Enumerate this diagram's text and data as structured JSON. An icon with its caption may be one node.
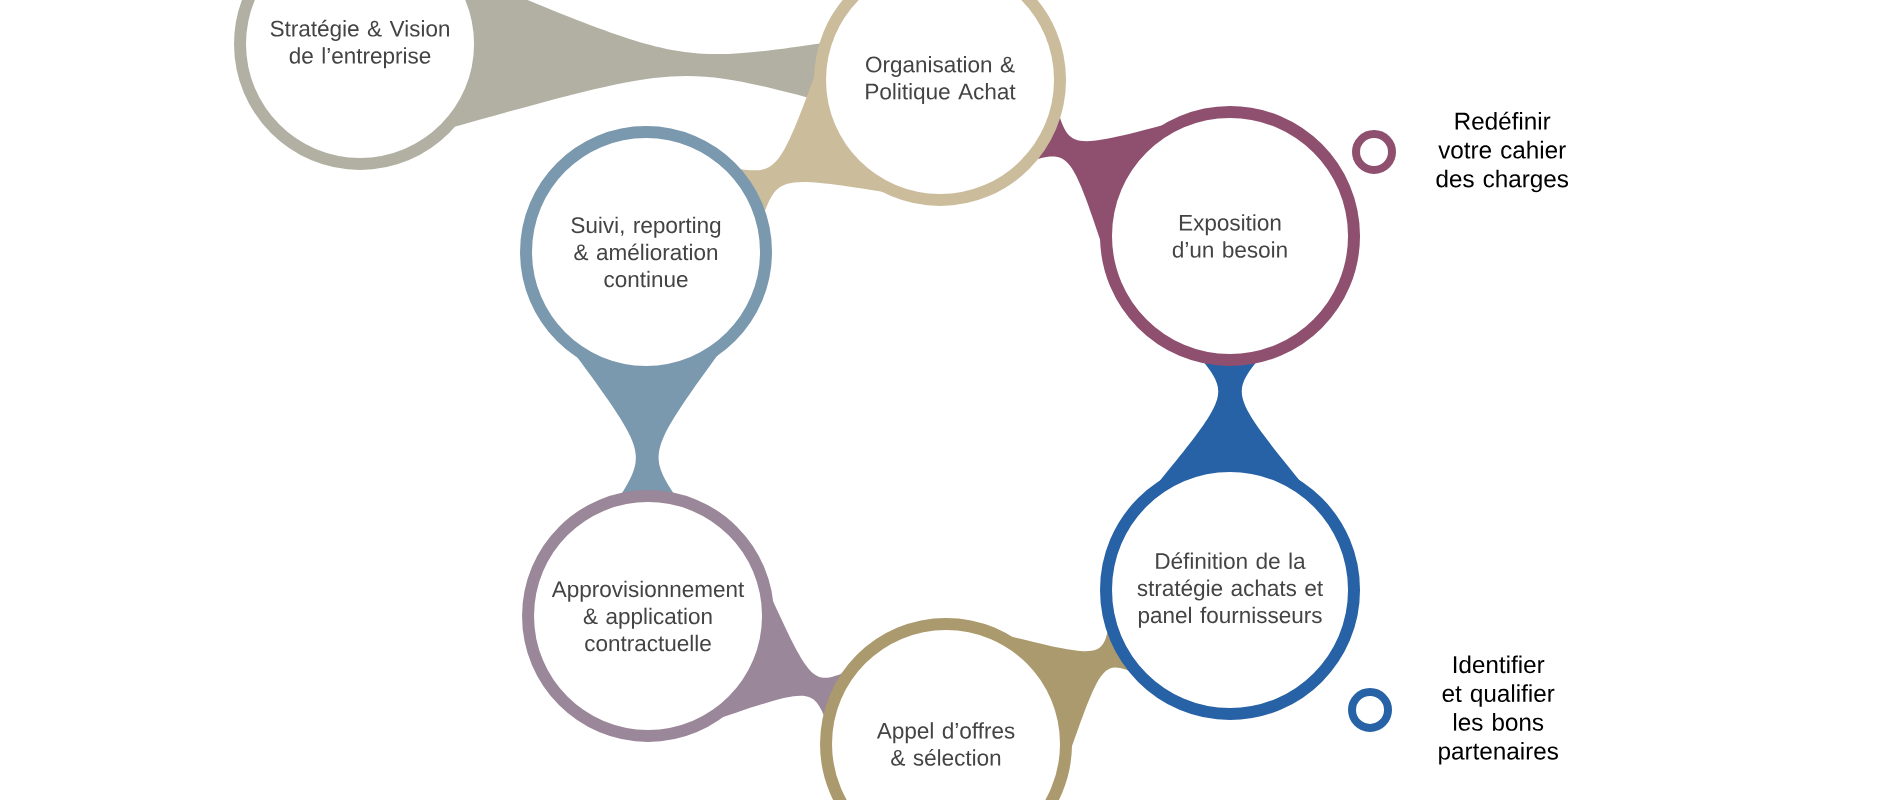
{
  "diagram": {
    "nodes": [
      {
        "text": [
          "Stratégie & Vision de l’entreprise"
        ]
      },
      {
        "text": [
          "Organisation & Politique Achat"
        ]
      },
      {
        "text": [
          "Exposition d’un besoin"
        ]
      },
      {
        "text": [
          "Définition de la stratégie achats et panel fournisseurs"
        ]
      },
      {
        "text": [
          "Appel d’offres & sélection"
        ]
      },
      {
        "text": [
          "Approvisionnement & application contractuelle"
        ]
      },
      {
        "text": [
          "Suivi, reporting & amélioration continue"
        ]
      },
      {
        "text": [],
        "shape": "circle",
        "beside": [
          "Redéfinir votre cahier des charges"
        ]
      },
      {
        "text": [],
        "shape": "circle",
        "beside": [
          "Identifier et qualifier les bons partenaires"
        ]
      }
    ],
    "edges": [
      {
        "from": 0,
        "to": 1,
        "arrow": "none",
        "color": "#b1b0a3"
      },
      {
        "from": 1,
        "to": 6,
        "arrow": "none",
        "color": "#cbbd9c"
      },
      {
        "from": 2,
        "to": 1,
        "arrow": "none",
        "color": "#8f506f"
      },
      {
        "from": 3,
        "to": 2,
        "arrow": "none",
        "color": "#2862a6"
      },
      {
        "from": 4,
        "to": 3,
        "arrow": "none",
        "color": "#ab9a6d"
      },
      {
        "from": 5,
        "to": 4,
        "arrow": "none",
        "color": "#9a879a"
      },
      {
        "from": 6,
        "to": 5,
        "arrow": "none",
        "color": "#7a98ae"
      }
    ]
  }
}
